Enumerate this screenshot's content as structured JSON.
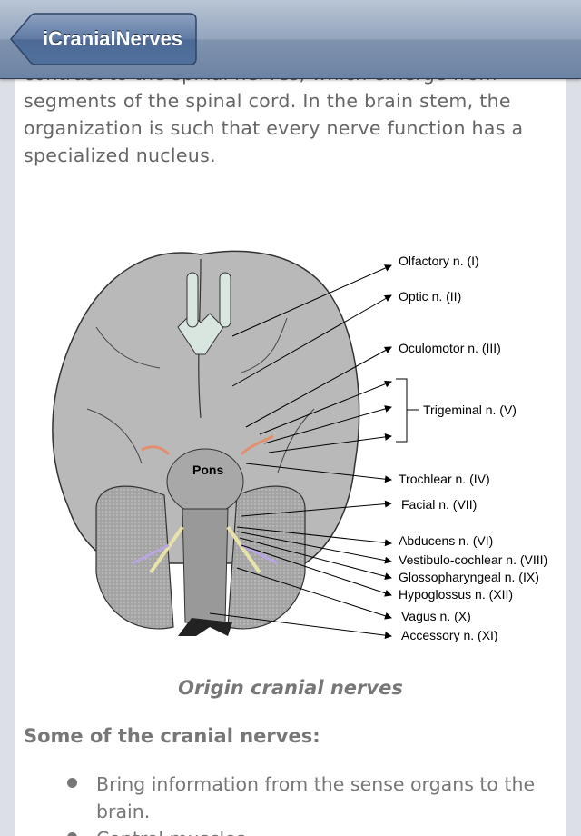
{
  "nav": {
    "back_label": "iCranialNerves"
  },
  "article": {
    "top_partial": "contrast to the spinal nerves, which emerge from",
    "paragraph": "segments of the spinal cord. In the brain stem, the organization is such that every nerve function has a specialized nucleus.",
    "caption": "Origin cranial nerves",
    "subheading": "Some of the cranial nerves:",
    "bullets": [
      "Bring information from the sense organs to the brain.",
      "Control muscles."
    ]
  },
  "figure": {
    "center_label": "Pons",
    "labels": {
      "olfactory": "Olfactory n. (I)",
      "optic": "Optic n. (II)",
      "oculomotor": "Oculomotor n. (III)",
      "trigeminal": "Trigeminal n. (V)",
      "trochlear": "Trochlear n. (IV)",
      "facial": "Facial n. (VII)",
      "abducens": "Abducens n. (VI)",
      "vestibulo": "Vestibulo-cochlear n. (VIII)",
      "glosso": "Glossopharyngeal n. (IX)",
      "hypoglossus": "Hypoglossus n. (XII)",
      "vagus": "Vagus n. (X)",
      "accessory": "Accessory n. (XI)"
    }
  }
}
